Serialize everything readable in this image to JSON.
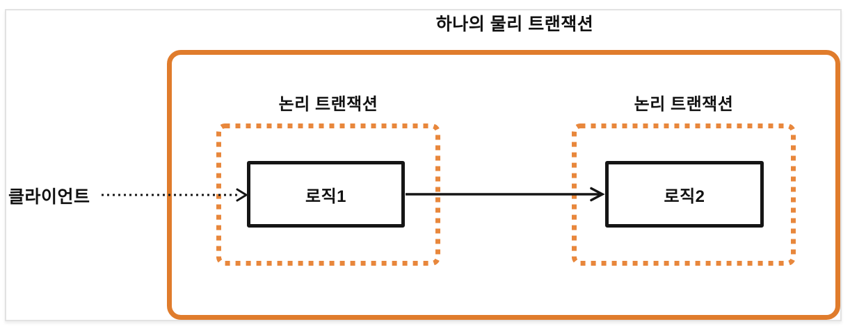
{
  "diagram": {
    "title": "하나의 물리 트랜잭션",
    "client_label": "클라이언트",
    "physical_transaction": {
      "logical_transactions": [
        {
          "label": "논리 트랜잭션",
          "logic_label": "로직1"
        },
        {
          "label": "논리 트랜잭션",
          "logic_label": "로직2"
        }
      ]
    },
    "arrows": [
      {
        "name": "client-to-logic1",
        "style": "dotted",
        "from": "클라이언트",
        "to": "로직1"
      },
      {
        "name": "logic1-to-logic2",
        "style": "solid",
        "from": "로직1",
        "to": "로직2"
      }
    ],
    "colors": {
      "physical_border_orange": "#E07C2C",
      "logical_border_orange": "#E8873C",
      "line_black": "#151515",
      "frame_gray": "#E2E2E2",
      "background": "#FFFFFF"
    }
  }
}
